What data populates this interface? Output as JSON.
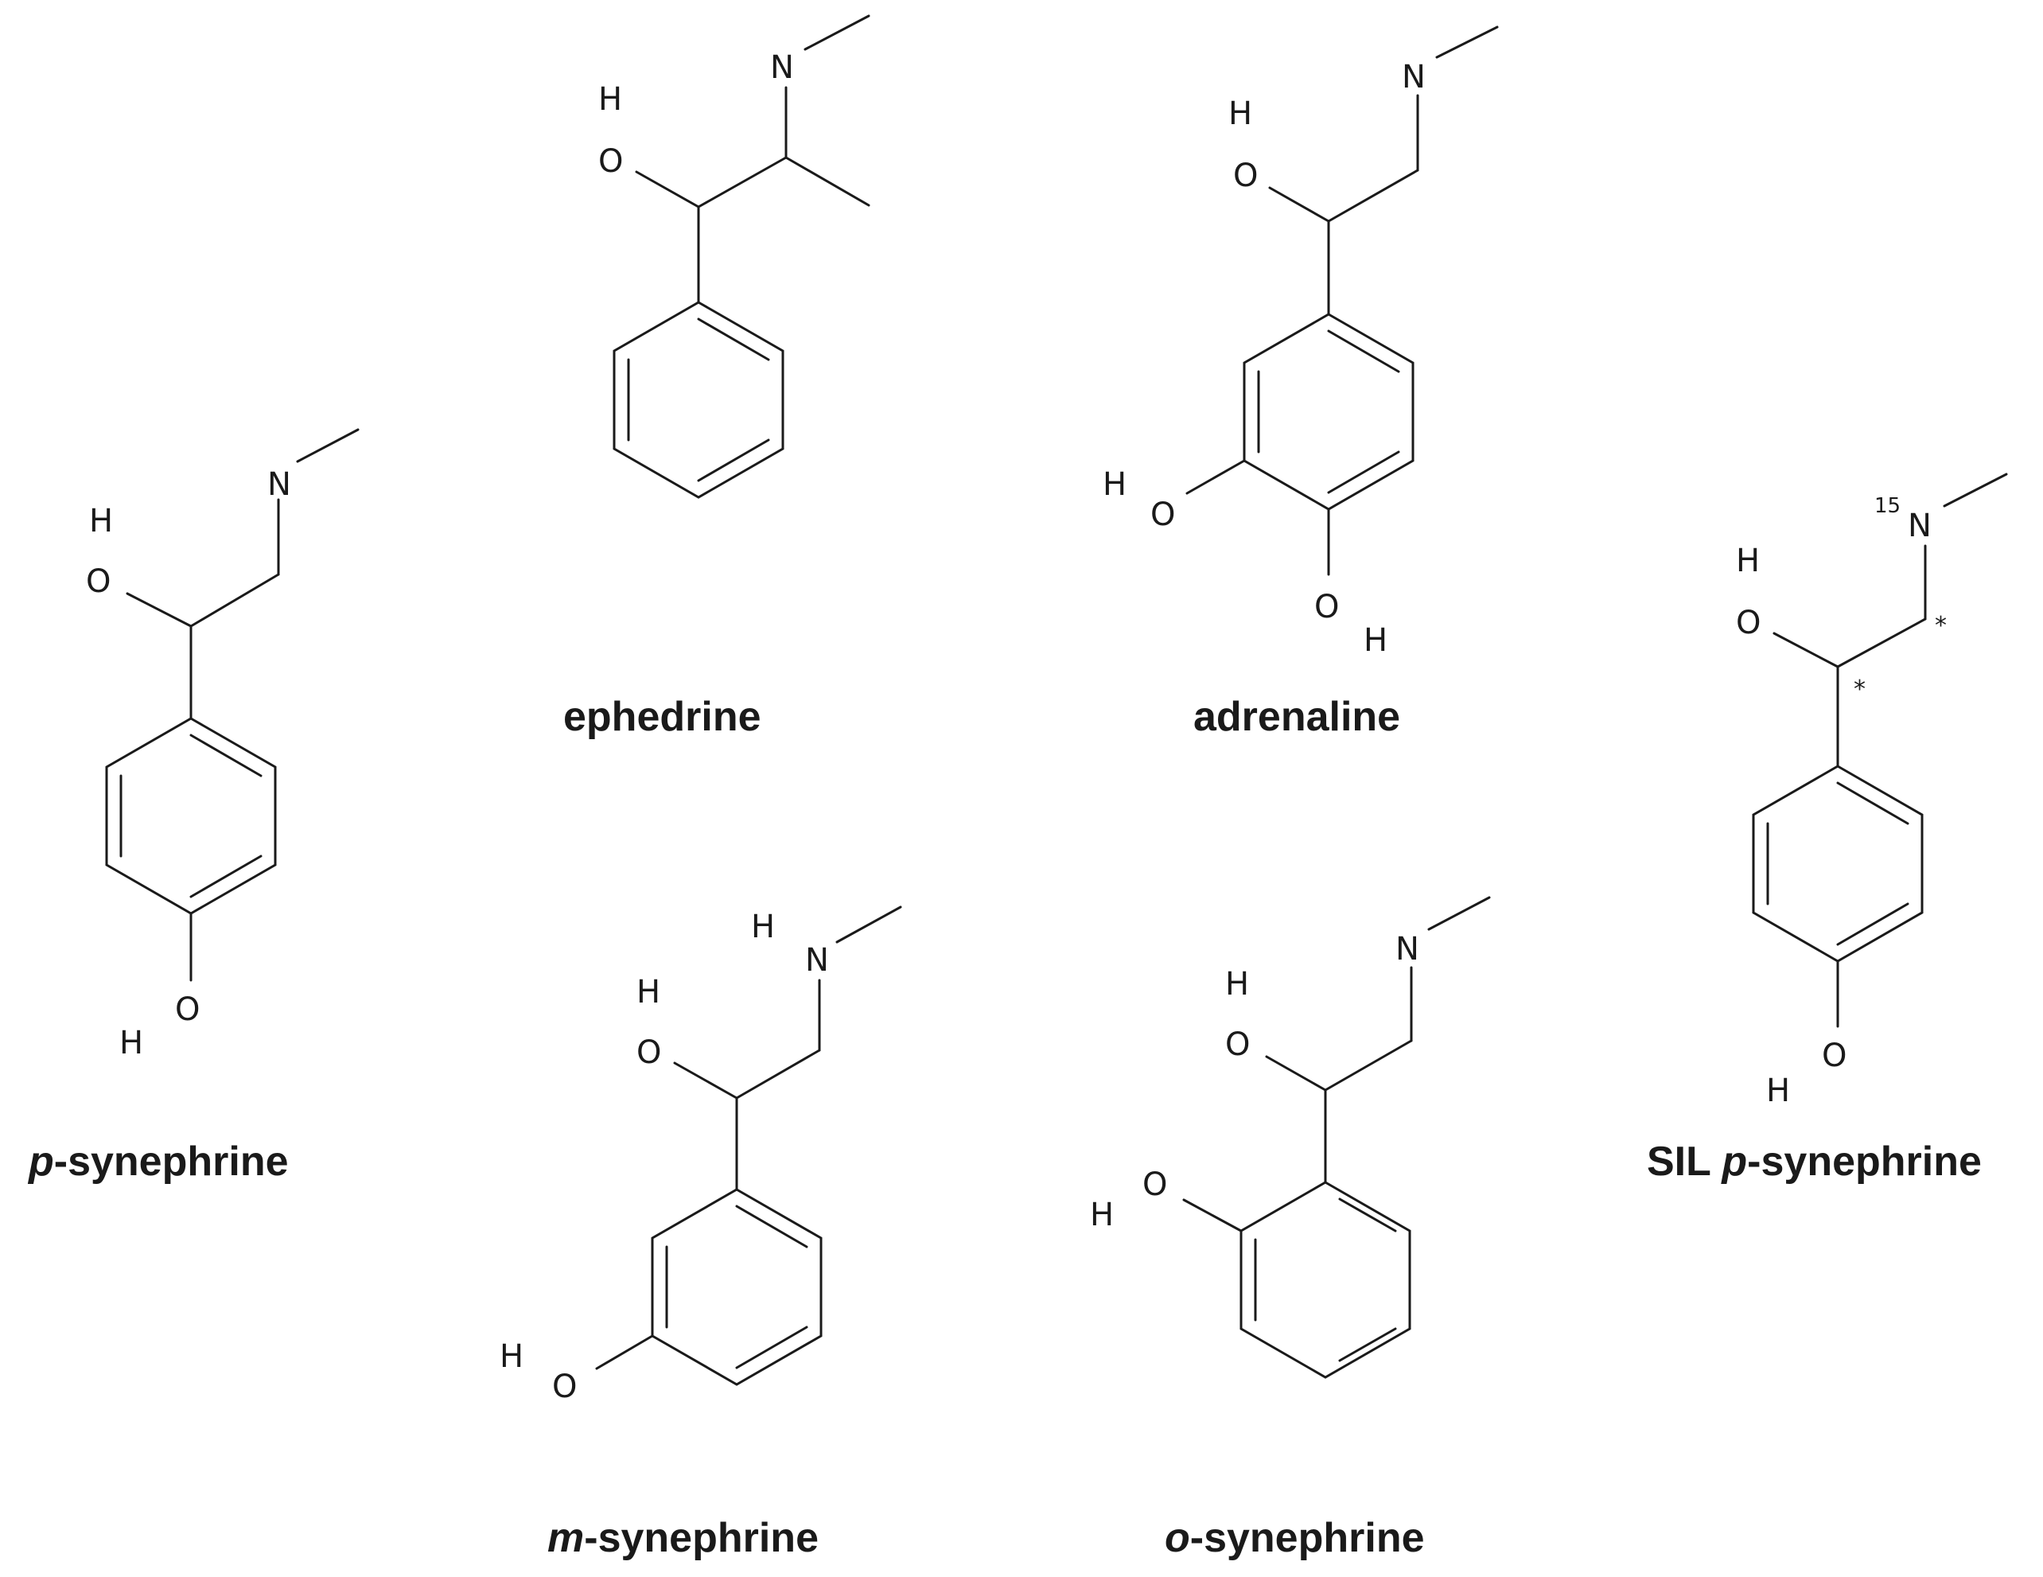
{
  "molecules": [
    {
      "caption_prefix": "p",
      "caption_main": "-synephrine",
      "atoms": {
        "N": "N",
        "OH_H": "H",
        "OH_O": "O",
        "PH_H": "H",
        "PH_O": "O"
      }
    },
    {
      "caption_main": "ephedrine",
      "atoms": {
        "N": "N",
        "OH_H": "H",
        "OH_O": "O"
      }
    },
    {
      "caption_main": "adrenaline",
      "atoms": {
        "N": "N",
        "OH_H": "H",
        "OH_O": "O",
        "MH_H": "H",
        "MH_O": "O",
        "PH_O": "O",
        "PH_H": "H"
      }
    },
    {
      "caption_prefix": "SIL ",
      "caption_italic": "p",
      "caption_main": "-synephrine",
      "atoms": {
        "N_iso": "15",
        "N": "N",
        "OH_H": "H",
        "OH_O": "O",
        "star1": "*",
        "star2": "*",
        "PH_H": "H",
        "PH_O": "O"
      }
    },
    {
      "caption_prefix": "m",
      "caption_main": "-synephrine",
      "atoms": {
        "NH_H": "H",
        "N": "N",
        "OH_H": "H",
        "OH_O": "O",
        "MH_H": "H",
        "MH_O": "O"
      }
    },
    {
      "caption_prefix": "o",
      "caption_main": "-synephrine",
      "atoms": {
        "N": "N",
        "OH_H": "H",
        "OH_O": "O",
        "OrH_H": "H",
        "OrH_O": "O"
      }
    }
  ]
}
